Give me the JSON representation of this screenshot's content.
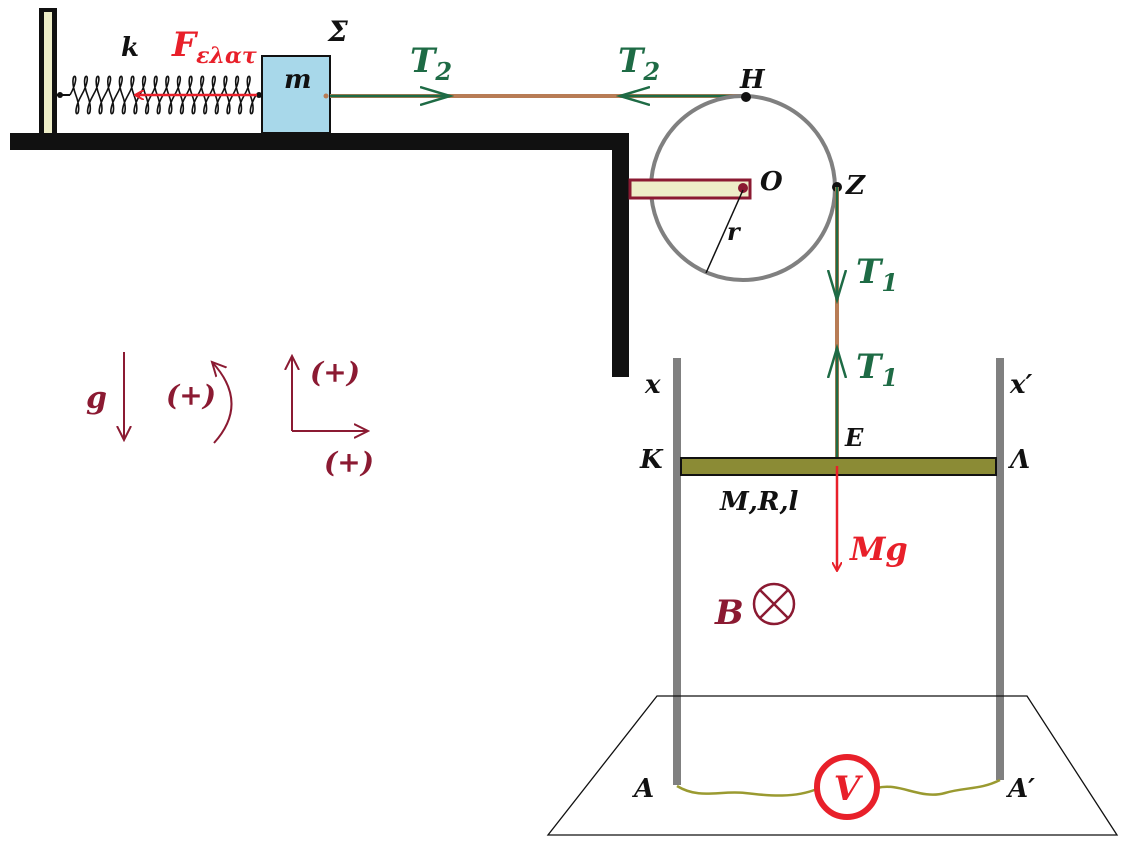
{
  "labels": {
    "spring_constant": "k",
    "spring_force": "F",
    "spring_force_sub": "ελατ",
    "block_mass": "m",
    "block_name": "Σ",
    "tension_2": "T",
    "tension_2_sub": "2",
    "tension_1": "T",
    "tension_1_sub": "1",
    "point_h": "H",
    "point_o": "O",
    "point_z": "Z",
    "radius": "r",
    "rail_left": "x",
    "rail_right": "x′",
    "point_e": "E",
    "point_k": "K",
    "point_lambda": "Λ",
    "rod_params": "M,R,l",
    "weight": "Mg",
    "field": "B",
    "gravity": "g",
    "positive_rotation": "(+)",
    "positive_vertical": "(+)",
    "positive_horizontal": "(+)",
    "point_a": "A",
    "point_a_prime": "A′",
    "voltmeter": "V"
  },
  "colors": {
    "force_red": "#e8202a",
    "tension_green": "#1e6b45",
    "label_maroon": "#8b1a32",
    "rope": "#b87c55",
    "block": "#a8d8ea",
    "rod": "#8b8b35",
    "axle": "#eeeec8",
    "rail": "#808080",
    "wire": "#9a9a30"
  },
  "icons": {
    "field": "into-page-cross-circle-icon",
    "voltmeter": "voltmeter-circle-icon"
  }
}
